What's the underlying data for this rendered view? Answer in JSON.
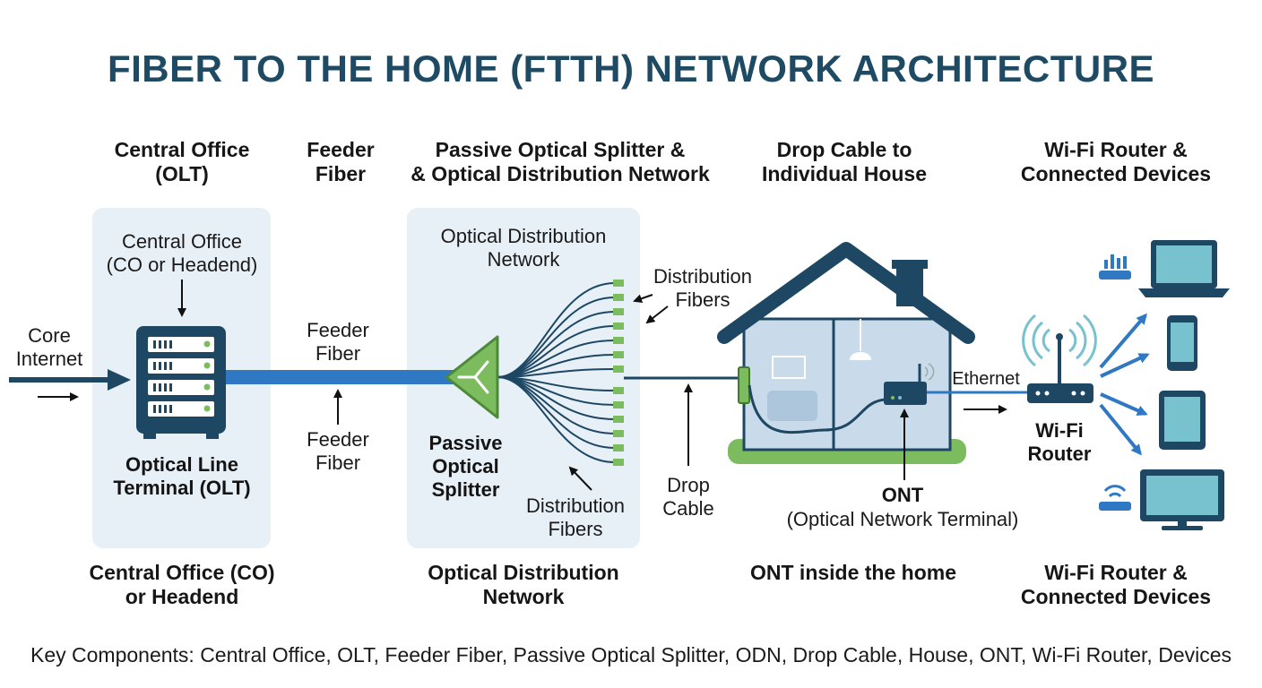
{
  "title": "FIBER TO THE HOME (FTTH) NETWORK ARCHITECTURE",
  "headers": {
    "central_office": [
      "Central Office",
      "(OLT)"
    ],
    "feeder_fiber": [
      "Feeder",
      "Fiber"
    ],
    "splitter_odn": [
      "Passive Optical Splitter &",
      "& Optical Distribution Network"
    ],
    "drop_cable": [
      "Drop Cable to",
      "Individual House"
    ],
    "router_devices": [
      "Wi-Fi Router &",
      "Connected Devices"
    ]
  },
  "footers": {
    "central_office": [
      "Central Office (CO)",
      "or Headend"
    ],
    "odn": [
      "Optical Distribution",
      "Network"
    ],
    "ont_home": [
      "ONT inside the home"
    ],
    "router_devices": [
      "Wi-Fi Router &",
      "Connected Devices"
    ]
  },
  "labels": {
    "core_internet": [
      "Core",
      "Internet"
    ],
    "co_headend": [
      "Central Office",
      "(CO or Headend)"
    ],
    "olt": [
      "Optical Line",
      "Terminal (OLT)"
    ],
    "feeder_top": [
      "Feeder",
      "Fiber"
    ],
    "feeder_bottom": [
      "Feeder",
      "Fiber"
    ],
    "odn_panel": [
      "Optical Distribution",
      "Network"
    ],
    "distribution_top": [
      "Distribution",
      "Fibers"
    ],
    "distribution_bottom": [
      "Distribution",
      "Fibers"
    ],
    "splitter": [
      "Passive",
      "Optical",
      "Splitter"
    ],
    "drop_cable": [
      "Drop",
      "Cable"
    ],
    "ont": [
      "ONT"
    ],
    "ont_full": [
      "(Optical Network Terminal)"
    ],
    "ethernet": [
      "Ethernet"
    ],
    "wifi_router": [
      "Wi-Fi",
      "Router"
    ]
  },
  "key_components": "Key Components: Central Office, OLT, Feeder Fiber, Passive Optical Splitter, ODN, Drop Cable, House, ONT, Wi-Fi Router, Devices",
  "colors": {
    "title": "#1e4a63",
    "panel": "#e8f0f7",
    "fiber_blue": "#2f78c4",
    "device_navy": "#1d4763",
    "device_teal": "#78c2cf",
    "splitter_green": "#7dbb5f",
    "house_blue": "#c9dbea"
  },
  "icons": [
    "server-rack-icon",
    "splitter-icon",
    "house-icon",
    "ont-modem-icon",
    "wifi-router-icon",
    "laptop-icon",
    "smartphone-icon",
    "tablet-icon",
    "monitor-icon",
    "signal-bars-icon",
    "wifi-signal-icon"
  ]
}
